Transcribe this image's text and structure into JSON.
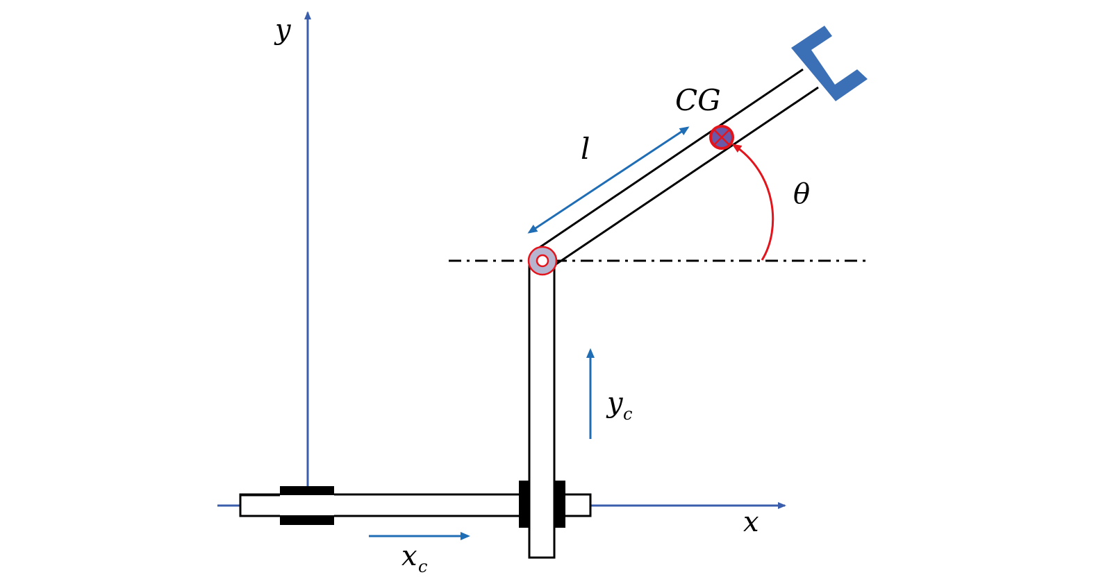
{
  "labels": {
    "y_axis": "y",
    "x_axis": "x",
    "cg": "CG",
    "length": "l",
    "theta": "θ",
    "xc_main": "x",
    "xc_sub": "c",
    "yc_main": "y",
    "yc_sub": "c"
  },
  "colors": {
    "axis": "#3a5eab",
    "arrow_blue": "#1f6db5",
    "gripper": "#3b6fb6",
    "angle_red": "#e3141c",
    "pivot_fill": "#b7b4cf",
    "cg_fill": "#6a59a8",
    "line": "#000000"
  }
}
